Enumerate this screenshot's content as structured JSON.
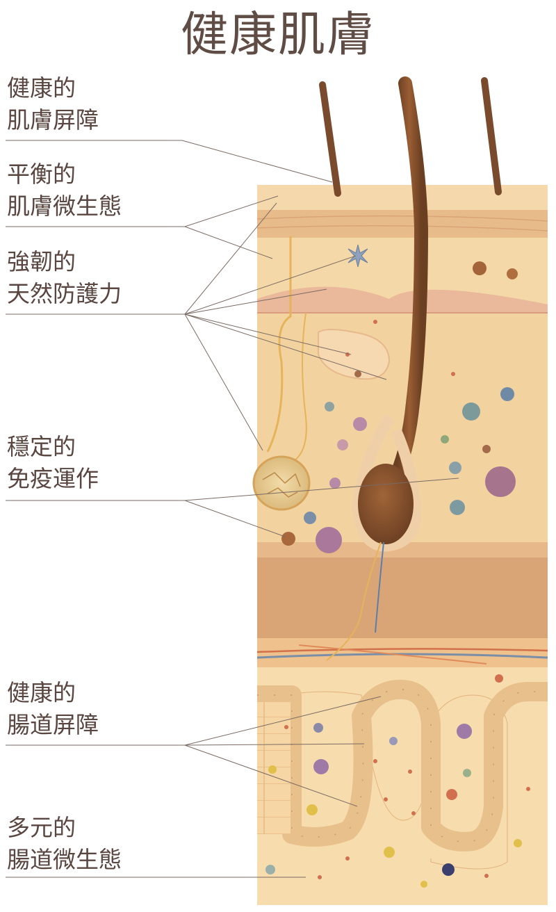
{
  "title": "健康肌膚",
  "labels": [
    {
      "line1": "健康的",
      "line2": "肌膚屏障"
    },
    {
      "line1": "平衡的",
      "line2": "肌膚微生態"
    },
    {
      "line1": "強韌的",
      "line2": "天然防護力"
    },
    {
      "line1": "穩定的",
      "line2": "免疫運作"
    },
    {
      "line1": "健康的",
      "line2": "腸道屏障"
    },
    {
      "line1": "多元的",
      "line2": "腸道微生態"
    }
  ]
}
